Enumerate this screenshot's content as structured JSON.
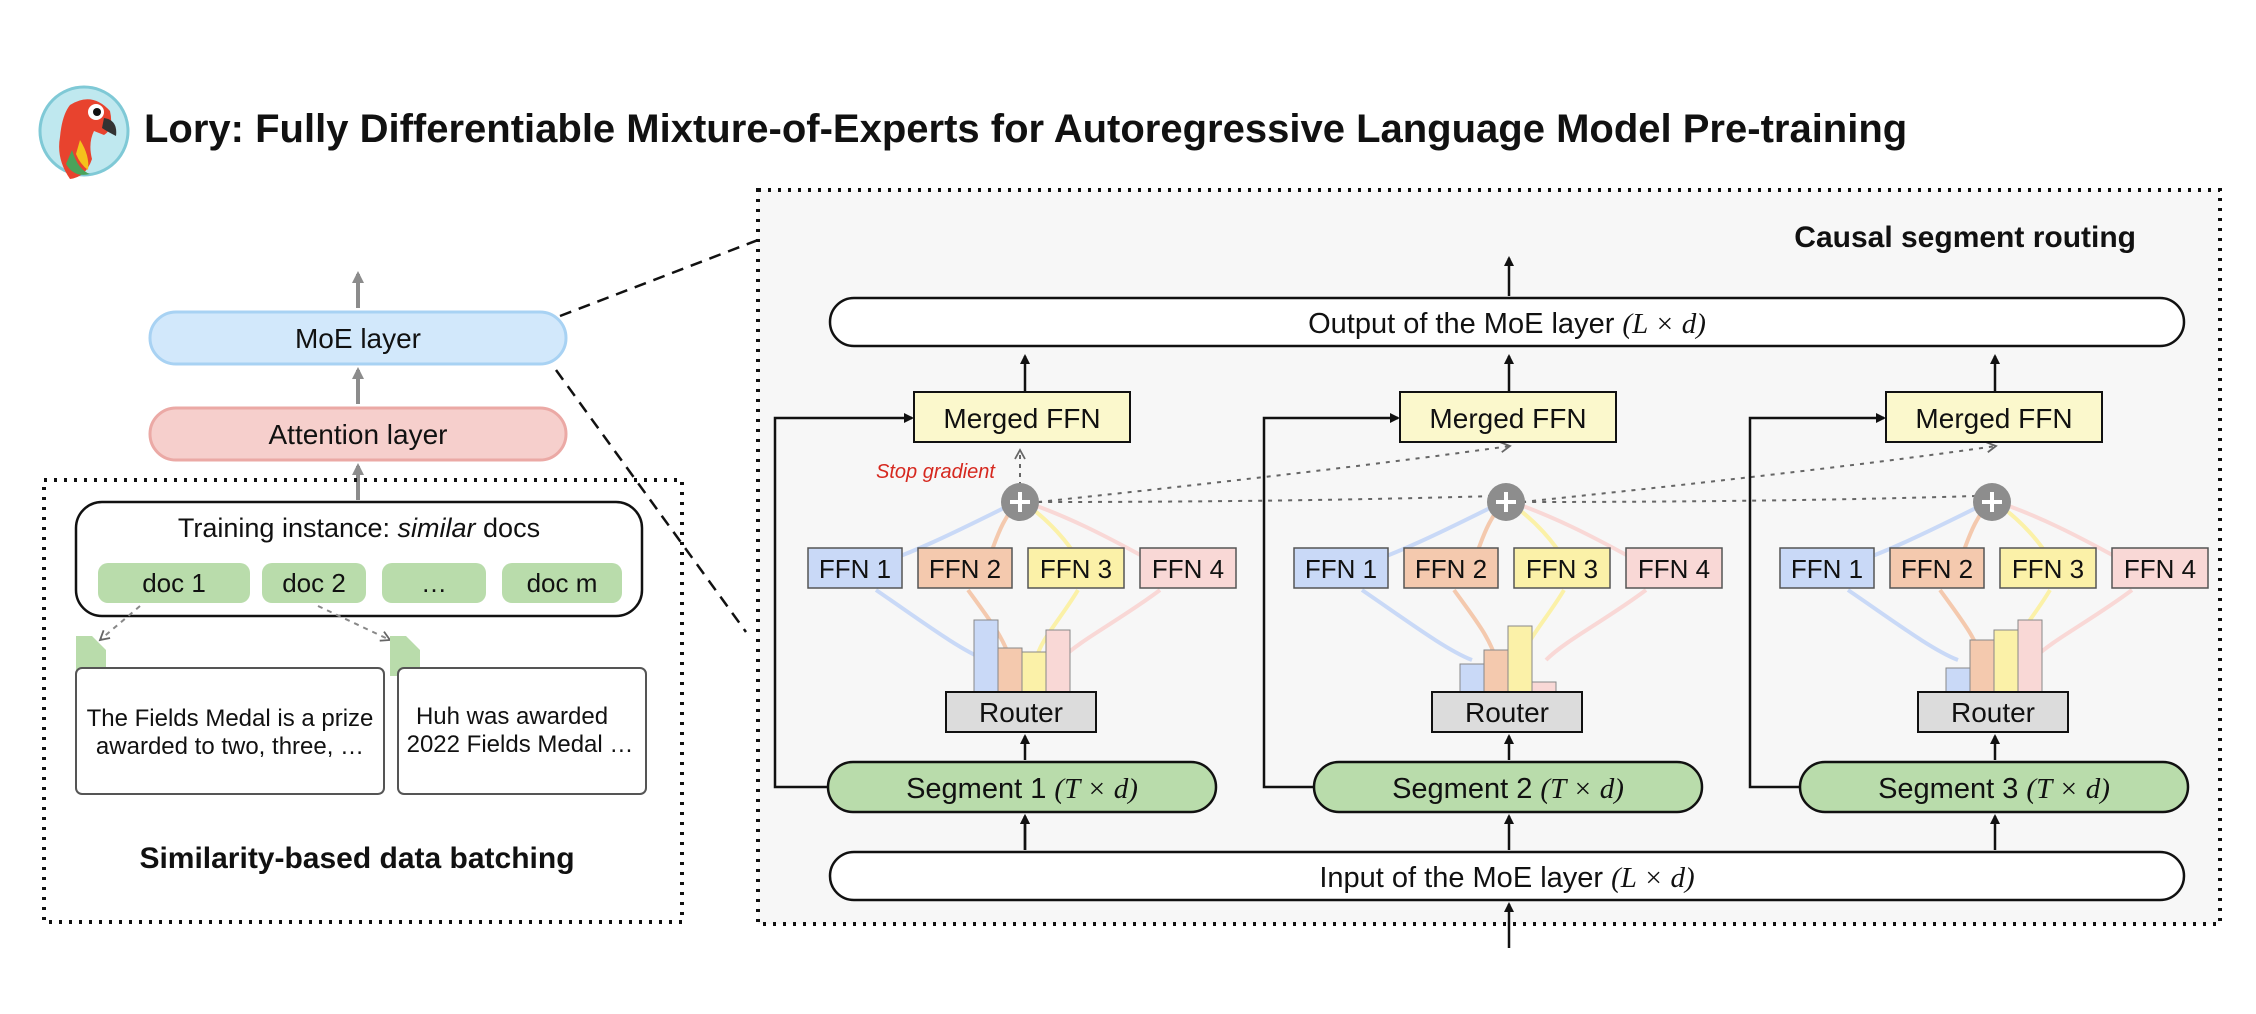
{
  "title": "Lory: Fully Differentiable Mixture-of-Experts for Autoregressive Language Model Pre-training",
  "left": {
    "moe_layer": "MoE layer",
    "attention_layer": "Attention layer",
    "training_instance_prefix": "Training instance: ",
    "training_instance_em": "similar",
    "training_instance_suffix": " docs",
    "docs": [
      "doc 1",
      "doc 2",
      "…",
      "doc m"
    ],
    "doc_a_line1": "The Fields Medal is a prize",
    "doc_a_line2": "awarded to two, three, …",
    "doc_b_line1": "Huh was awarded",
    "doc_b_line2": "2022 Fields Medal …",
    "caption": "Similarity-based data batching"
  },
  "right": {
    "caption": "Causal segment routing",
    "output_text": "Output of the MoE layer ",
    "input_text": "Input of the MoE layer ",
    "shape_L": "(L × d)",
    "shape_T": "(T × d)",
    "merged_ffn": "Merged FFN",
    "router": "Router",
    "stop_gradient": "Stop gradient",
    "ffns": [
      "FFN 1",
      "FFN 2",
      "FFN 3",
      "FFN 4"
    ],
    "segments": [
      "Segment 1 ",
      "Segment 2 ",
      "Segment 3 "
    ]
  },
  "colors": {
    "ffn1": "#c9d9f7",
    "ffn2": "#f4c9ae",
    "ffn3": "#fbf1a8",
    "ffn4": "#f9d8d6",
    "segment": "#b9dcab",
    "merged": "#fbf8cc",
    "router": "#dcdcdc",
    "moe": "#d2e8fb",
    "attention": "#f6cfcc",
    "stop_gradient": "#d6281f"
  }
}
